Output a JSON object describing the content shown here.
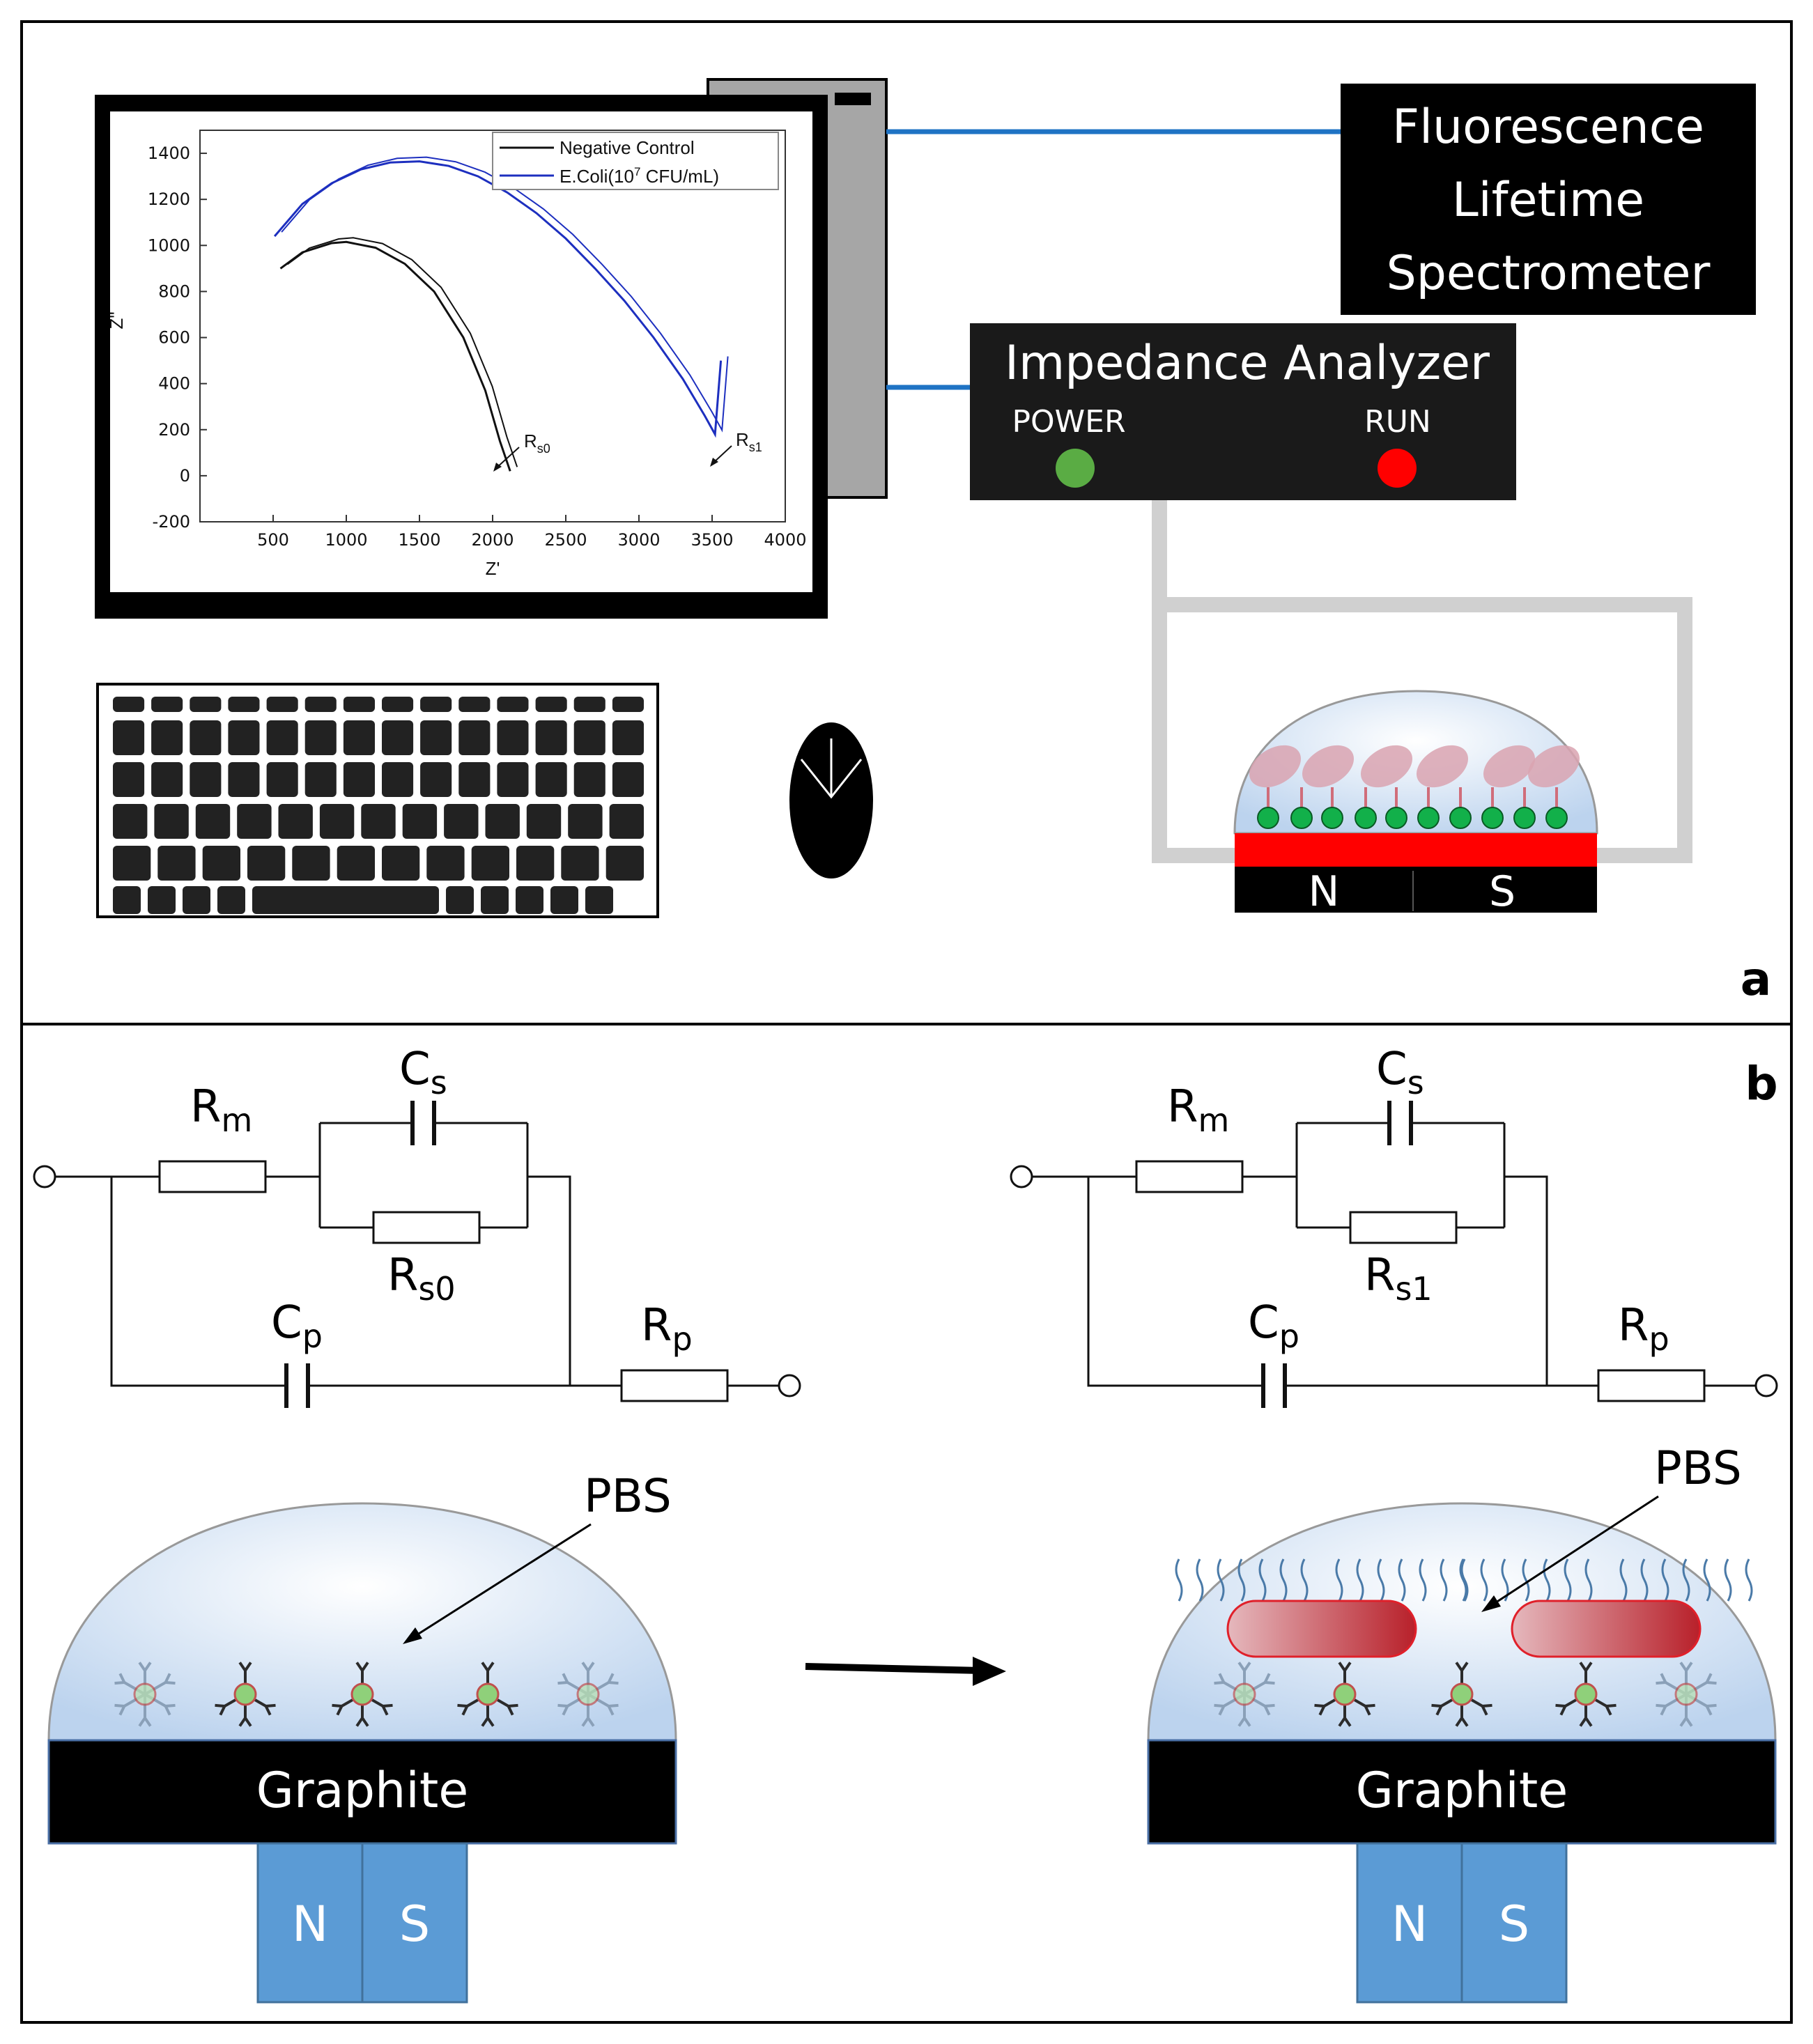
{
  "panels": {
    "a": "a",
    "b": "b"
  },
  "instruments": {
    "fluorescence": [
      "Fluorescence",
      "Lifetime",
      "Spectrometer"
    ],
    "impedance": {
      "title": "Impedance Analyzer",
      "power": "POWER",
      "run": "RUN"
    },
    "magnet_top": {
      "n": "N",
      "s": "S"
    }
  },
  "chart_data": {
    "type": "line",
    "xlabel": "Z'",
    "ylabel": "Z\"",
    "xlim": [
      0,
      4000
    ],
    "ylim": [
      -200,
      1500
    ],
    "x_ticks": [
      500,
      1000,
      1500,
      2000,
      2500,
      3000,
      3500,
      4000
    ],
    "y_ticks": [
      -200,
      0,
      200,
      400,
      600,
      800,
      1000,
      1200,
      1400
    ],
    "legend": "top-right",
    "series": [
      {
        "name": "Negative Control",
        "color": "#111111",
        "x": [
          550,
          700,
          900,
          1000,
          1200,
          1400,
          1600,
          1800,
          1950,
          2050,
          2120
        ],
        "y": [
          900,
          970,
          1010,
          1015,
          990,
          920,
          800,
          600,
          370,
          150,
          20
        ]
      },
      {
        "name": "E.Coli(10^7 CFU/mL)",
        "color": "#1d2fbf",
        "x": [
          510,
          700,
          900,
          1100,
          1300,
          1500,
          1700,
          1900,
          2100,
          2300,
          2500,
          2700,
          2900,
          3100,
          3300,
          3450,
          3520,
          3560
        ],
        "y": [
          1040,
          1180,
          1270,
          1330,
          1360,
          1365,
          1345,
          1300,
          1230,
          1140,
          1030,
          900,
          760,
          600,
          420,
          260,
          180,
          500
        ]
      }
    ],
    "annotations": [
      "Rs0",
      "Rs1"
    ],
    "legend_entries": [
      "Negative Control",
      "E.Coli(10",
      "7",
      " CFU/mL)"
    ]
  },
  "circuit": {
    "left": {
      "rm": "m",
      "cs": "s",
      "rs": "s0",
      "cp": "p",
      "rp": "p"
    },
    "right": {
      "rm": "m",
      "cs": "s",
      "rs": "s1",
      "cp": "p",
      "rp": "p"
    },
    "letters": {
      "r": "R",
      "c": "C"
    }
  },
  "electrodes": {
    "left": {
      "pbs": "PBS",
      "base": "Graphite",
      "n": "N",
      "s": "S"
    },
    "right": {
      "pbs": "PBS",
      "base": "Graphite",
      "n": "N",
      "s": "S"
    }
  },
  "colors": {
    "black": "#000000",
    "cable": "#1f73c4",
    "power_led": "#5aac44",
    "run_led": "#ff0000",
    "magnet": "#5b9bd5",
    "drop": "#dbe8f6"
  }
}
